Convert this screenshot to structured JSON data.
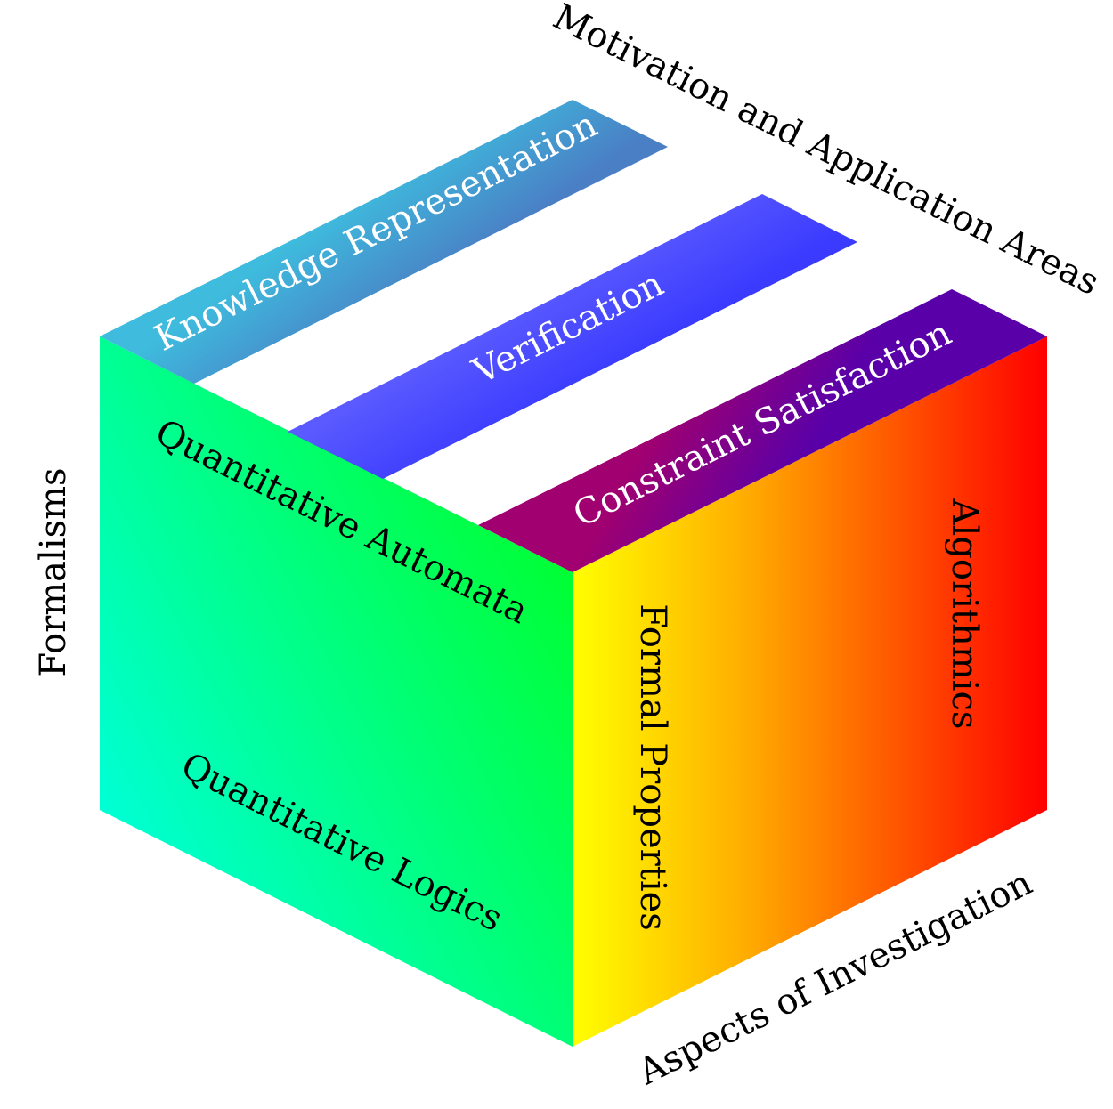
{
  "axes": {
    "vertical": "Formalisms",
    "depth": "Motivation and Application Areas",
    "horizontal": "Aspects of Investigation"
  },
  "front_face": {
    "rows": [
      "Quantitative Automata",
      "Quantitative Logics"
    ],
    "gradient": [
      "#00ff33",
      "#00ffd5"
    ]
  },
  "side_face": {
    "columns": [
      "Formal Properties",
      "Algorithmics"
    ],
    "gradient": [
      "#ffff00",
      "#ff0000"
    ]
  },
  "top_face": {
    "bands": [
      {
        "label": "Knowledge Representation",
        "color": "#3fb0d8"
      },
      {
        "label": "Verification",
        "color": "#4a4aff"
      },
      {
        "label": "Constraint Satisfaction",
        "color": "#800080"
      }
    ]
  },
  "colors": {
    "top_label": "#ffffff",
    "face_label": "#000000"
  }
}
